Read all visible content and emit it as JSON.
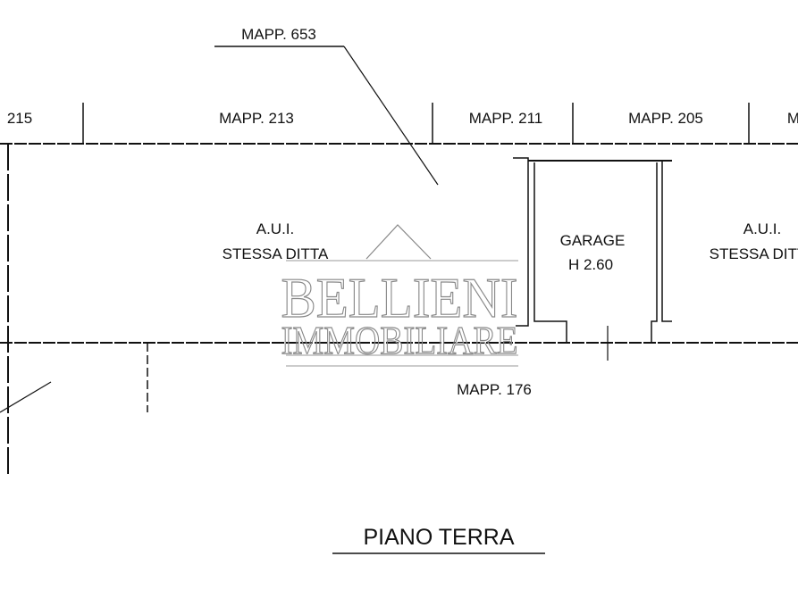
{
  "parcels_top": [
    "215",
    "MAPP. 213",
    "MAPP. 211",
    "MAPP. 205",
    "M"
  ],
  "parcel_north": "MAPP. 653",
  "parcel_south": "MAPP. 176",
  "rooms": {
    "left": {
      "line1": "A.U.I.",
      "line2": "STESSA DITTA"
    },
    "garage": {
      "line1": "GARAGE",
      "line2": "H 2.60"
    },
    "right": {
      "line1": "A.U.I.",
      "line2": "STESSA DITTA"
    }
  },
  "floor_title": "PIANO TERRA",
  "watermark": {
    "line1": "BELLIENI",
    "line2": "IMMOBILIARE"
  }
}
